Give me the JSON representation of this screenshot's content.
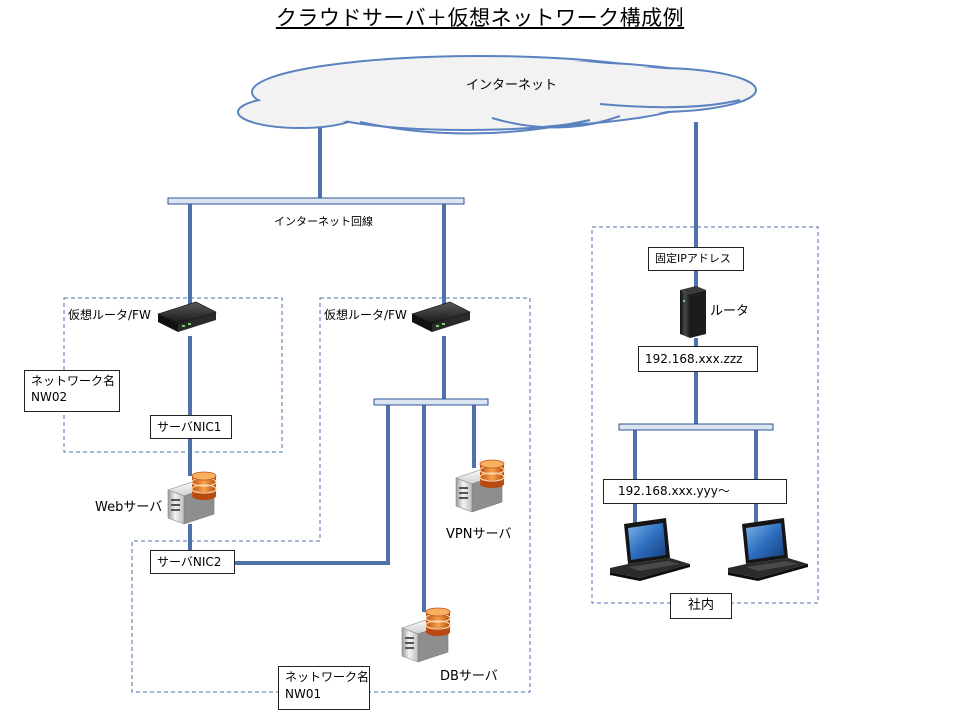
{
  "title": "クラウドサーバ＋仮想ネットワーク構成例",
  "cloud": {
    "label": "インターネット"
  },
  "internet_line": {
    "label": "インターネット回線"
  },
  "cloud_side": {
    "router1": {
      "label": "仮想ルータ/FW"
    },
    "router2": {
      "label": "仮想ルータ/FW"
    },
    "nw02": {
      "line1": "ネットワーク名",
      "line2": "NW02"
    },
    "nw01": {
      "line1": "ネットワーク名",
      "line2": "NW01"
    },
    "nic1": "サーバNIC1",
    "nic2": "サーバNIC2",
    "web_server": "Webサーバ",
    "vpn_server": "VPNサーバ",
    "db_server": "DBサーバ"
  },
  "office": {
    "fixed_ip": "固定IPアドレス",
    "router": "ルータ",
    "router_ip": "192.168.xxx.zzz",
    "client_ip": "192.168.xxx.yyy～",
    "label": "社内"
  },
  "colors": {
    "line": "#4f72ad",
    "bus_fill": "#dbe5f1",
    "bus_stroke": "#2f5597",
    "cloud_fill": "#f2f2f2",
    "cloud_stroke": "#5b82c0",
    "dashed": "#4f72ad"
  }
}
